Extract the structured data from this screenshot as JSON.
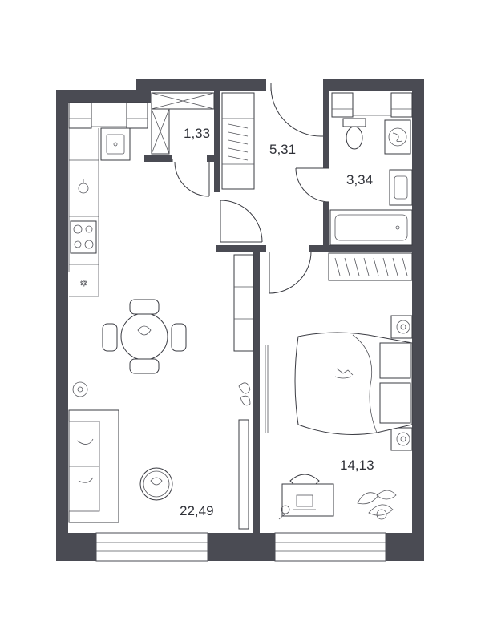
{
  "plan": {
    "colors": {
      "wall": "#4a4b53",
      "line": "#3a3b42",
      "background": "#ffffff"
    },
    "rooms": [
      {
        "id": "kitchen-living",
        "area_label": "22,49"
      },
      {
        "id": "storage",
        "area_label": "1,33"
      },
      {
        "id": "hallway",
        "area_label": "5,31"
      },
      {
        "id": "bathroom",
        "area_label": "3,34"
      },
      {
        "id": "bedroom",
        "area_label": "14,13"
      }
    ]
  }
}
